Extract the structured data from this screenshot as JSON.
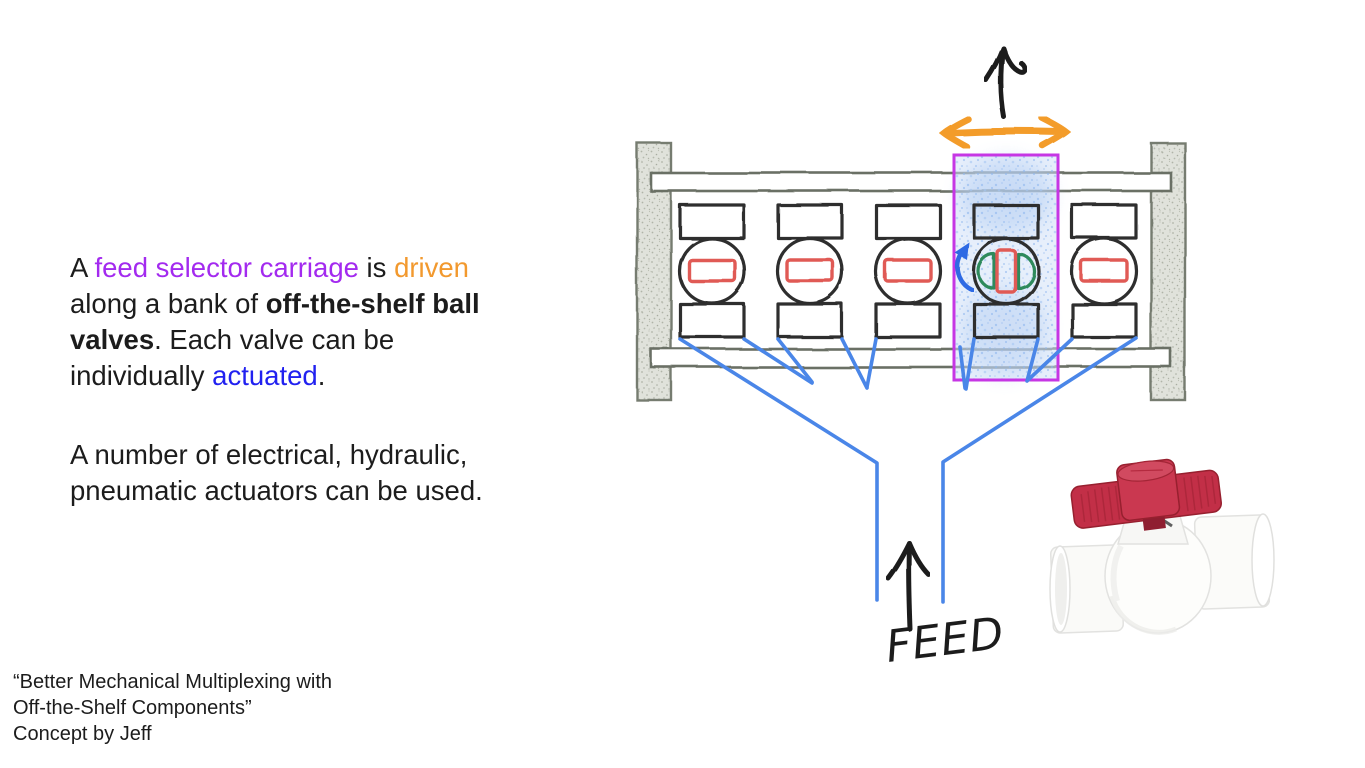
{
  "description": {
    "line1": {
      "a": "A ",
      "b": "feed selector carriage",
      "c": " is ",
      "d": "driven"
    },
    "line2": {
      "a": "along a bank of ",
      "b": "off-the-shelf ball"
    },
    "line3": {
      "a": "valves",
      "b": ". Each valve can be"
    },
    "line4": {
      "a": "individually ",
      "b": "actuated",
      "c": "."
    }
  },
  "secondary": {
    "line1": "A number of electrical, hydraulic,",
    "line2": "pneumatic actuators can be used."
  },
  "caption": {
    "line1": "“Better Mechanical Multiplexing with",
    "line2": "Off-the-Shelf Components”",
    "line3": "Concept by Jeff"
  },
  "diagram": {
    "feed_label": "FEED",
    "valve_count": 5,
    "selected_valve": 4,
    "colors": {
      "highlight_purple": "#A32AEF",
      "highlight_orange": "#F2992E",
      "highlight_blue": "#2121F0",
      "carriage_magenta": "#C636E4",
      "carriage_spray_blue": "#B9CEF2",
      "feed_line_blue": "#4A86E8",
      "rotation_arrow_blue": "#2E6BE4",
      "valve_port_red": "#E05A55",
      "ball_green": "#2F8A5C",
      "motion_arrow_orange": "#F39C2B",
      "frame_gray": "#6E746A",
      "handle_red": "#C62A45"
    }
  }
}
